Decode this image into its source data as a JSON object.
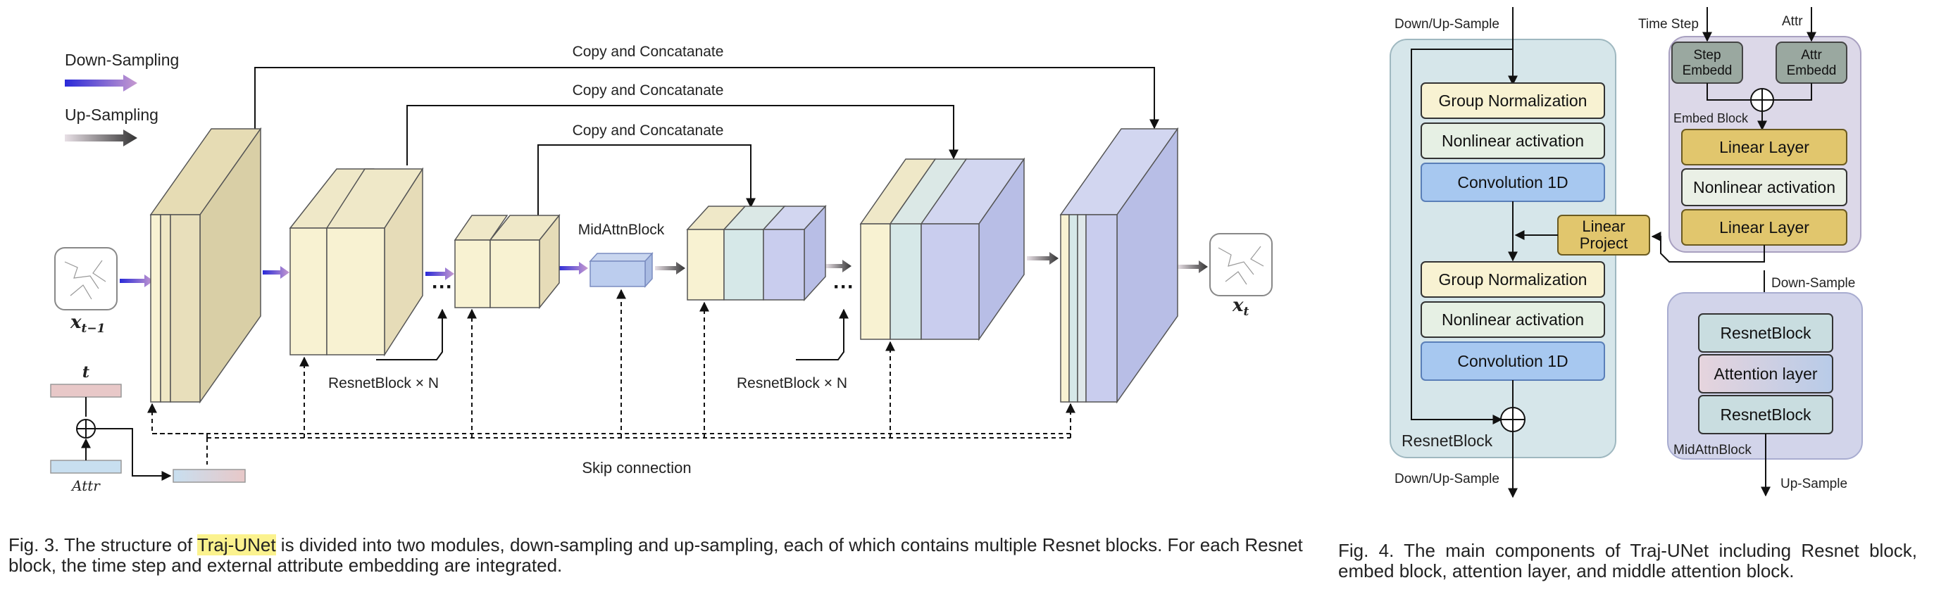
{
  "fig3": {
    "legend_down": "Down-Sampling",
    "legend_up": "Up-Sampling",
    "copy_concat": "Copy and Concatanate",
    "mid_attn": "MidAttnBlock",
    "resnet_n_left": "ResnetBlock × N",
    "resnet_n_right": "ResnetBlock × N",
    "skip": "Skip connection",
    "t": "t",
    "attr": "Attr",
    "x_in": "x",
    "x_in_sub": "t−1",
    "x_out": "x",
    "x_out_sub": "t",
    "ellipsis": "···"
  },
  "fig4": {
    "top_left_label": "Down/Up-Sample",
    "bottom_left_label": "Down/Up-Sample",
    "time_step": "Time Step",
    "attr": "Attr",
    "step_embedd": "Step Embedd",
    "attr_embedd": "Attr Embedd",
    "embed_block": "Embed Block",
    "linear_layer_1": "Linear Layer",
    "nonlinear_embed": "Nonlinear activation",
    "linear_layer_2": "Linear Layer",
    "linear_project": "Linear Project",
    "group_norm_1": "Group Normalization",
    "nonlinear_1": "Nonlinear activation",
    "conv_1": "Convolution 1D",
    "group_norm_2": "Group Normalization",
    "nonlinear_2": "Nonlinear activation",
    "conv_2": "Convolution 1D",
    "resnet_block_label": "ResnetBlock",
    "down_sample": "Down-Sample",
    "mid_resnet_1": "ResnetBlock",
    "attention_layer": "Attention layer",
    "mid_resnet_2": "ResnetBlock",
    "mid_attn_label": "MidAttnBlock",
    "up_sample": "Up-Sample"
  },
  "captions": {
    "fig3_prefix": "Fig. 3. The structure of ",
    "fig3_highlight": "Traj-UNet",
    "fig3_rest": " is divided into two modules, down-sampling and up-sampling, each of which contains multiple Resnet blocks. For each Resnet block, the time step and external attribute embedding are integrated.",
    "fig4": "Fig. 4. The main components of Traj-UNet including Resnet block, embed block, attention layer, and middle attention block."
  },
  "colors": {
    "cream": "#f8f2d2",
    "teal": "#d6e8e8",
    "lavender": "#c9cdee",
    "blue_box": "#a7c8f0",
    "gold": "#e1c66d",
    "resnet_panel": "#d6e6ea",
    "embed_panel": "#dcd8e8"
  }
}
